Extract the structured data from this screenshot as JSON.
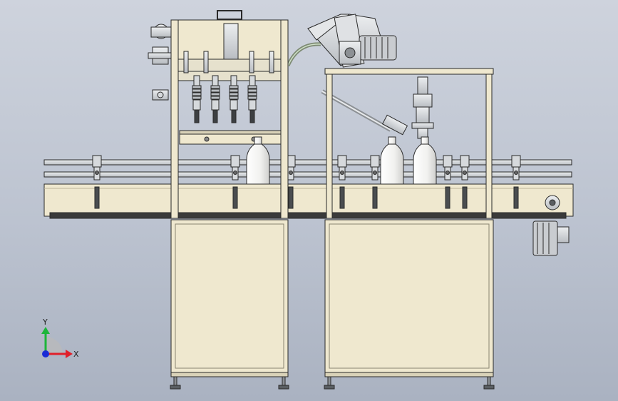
{
  "view": {
    "background_top": "#ced3dd",
    "background_bottom": "#aab2c1"
  },
  "machine": {
    "frame_color": "#efe8cf",
    "outline_color": "#2a2a2a",
    "steel_color": "#d6d9dc",
    "motor_color": "#c9ccd0",
    "bottle_color": "#f4f4f2",
    "filling_nozzles": 4,
    "conveyor_guide_clamps": 8,
    "bottles_at_capper": 2,
    "bottle_at_filler": 1,
    "motors": [
      "capper-drive-motor",
      "conveyor-drive-motor"
    ]
  },
  "triad": {
    "y_label": "Y",
    "x_label": "X",
    "y_color": "#1cb53a",
    "x_color": "#e0202a",
    "z_color": "#1a2bd6"
  }
}
